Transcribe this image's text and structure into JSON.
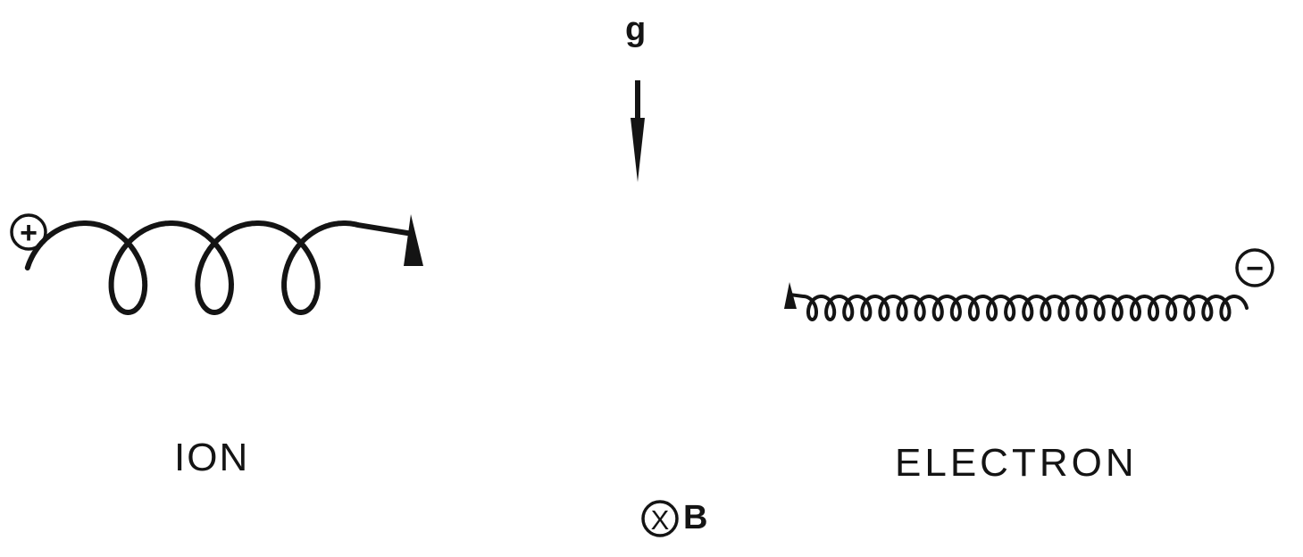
{
  "gravity": {
    "label": "g"
  },
  "ion": {
    "label": "ION",
    "charge_symbol": "+"
  },
  "electron": {
    "label": "ELECTRON",
    "charge_symbol": "−"
  },
  "field": {
    "label": "B",
    "direction_symbol": "X"
  }
}
